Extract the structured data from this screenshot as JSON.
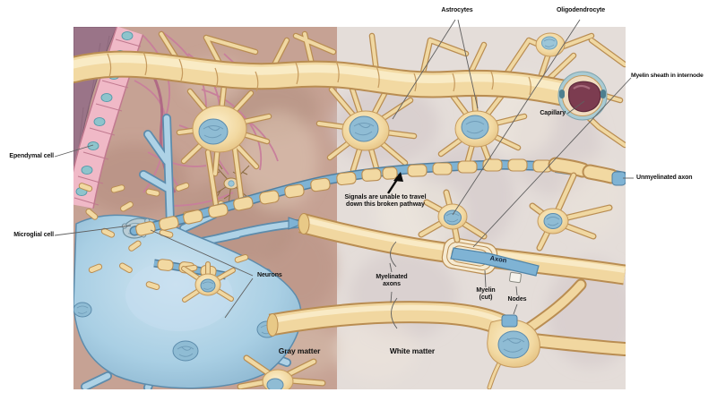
{
  "labels": {
    "astrocytes": "Astrocytes",
    "oligodendrocyte": "Oligodendrocyte",
    "myelin_sheath_internode": "Myelin sheath in internode",
    "capillary": "Capillary",
    "unmyelinated_axon": "Unmyelinated axon",
    "ependymal_cell": "Ependymal cell",
    "microglial_cell": "Microglial cell",
    "neurons": "Neurons",
    "myelinated_axons": "Myelinated axons",
    "axon": "Axon",
    "myelin_cut": "Myelin (cut)",
    "nodes": "Nodes"
  },
  "regions": {
    "gray_matter": "Gray matter",
    "white_matter": "White matter"
  },
  "annotation": {
    "line1": "Signals are unable to travel",
    "line2": "down this broken pathway"
  },
  "colors": {
    "glia_yellow": "#f2d9a2",
    "glia_outline": "#b98d52",
    "neuron_blue": "#a9cfe4",
    "neuron_outline": "#5d8cac",
    "nucleus_blue": "#8fbcd4",
    "ependymal_pink": "#f0b9c7",
    "lattice_pink": "#c87f9b",
    "ventricle_mauve": "#9a7488",
    "capillary_maroon": "#7c3c50",
    "gray_matter_bg": "#c6a294",
    "white_matter_bg": "#e4ddd9",
    "label_text": "#111111"
  }
}
